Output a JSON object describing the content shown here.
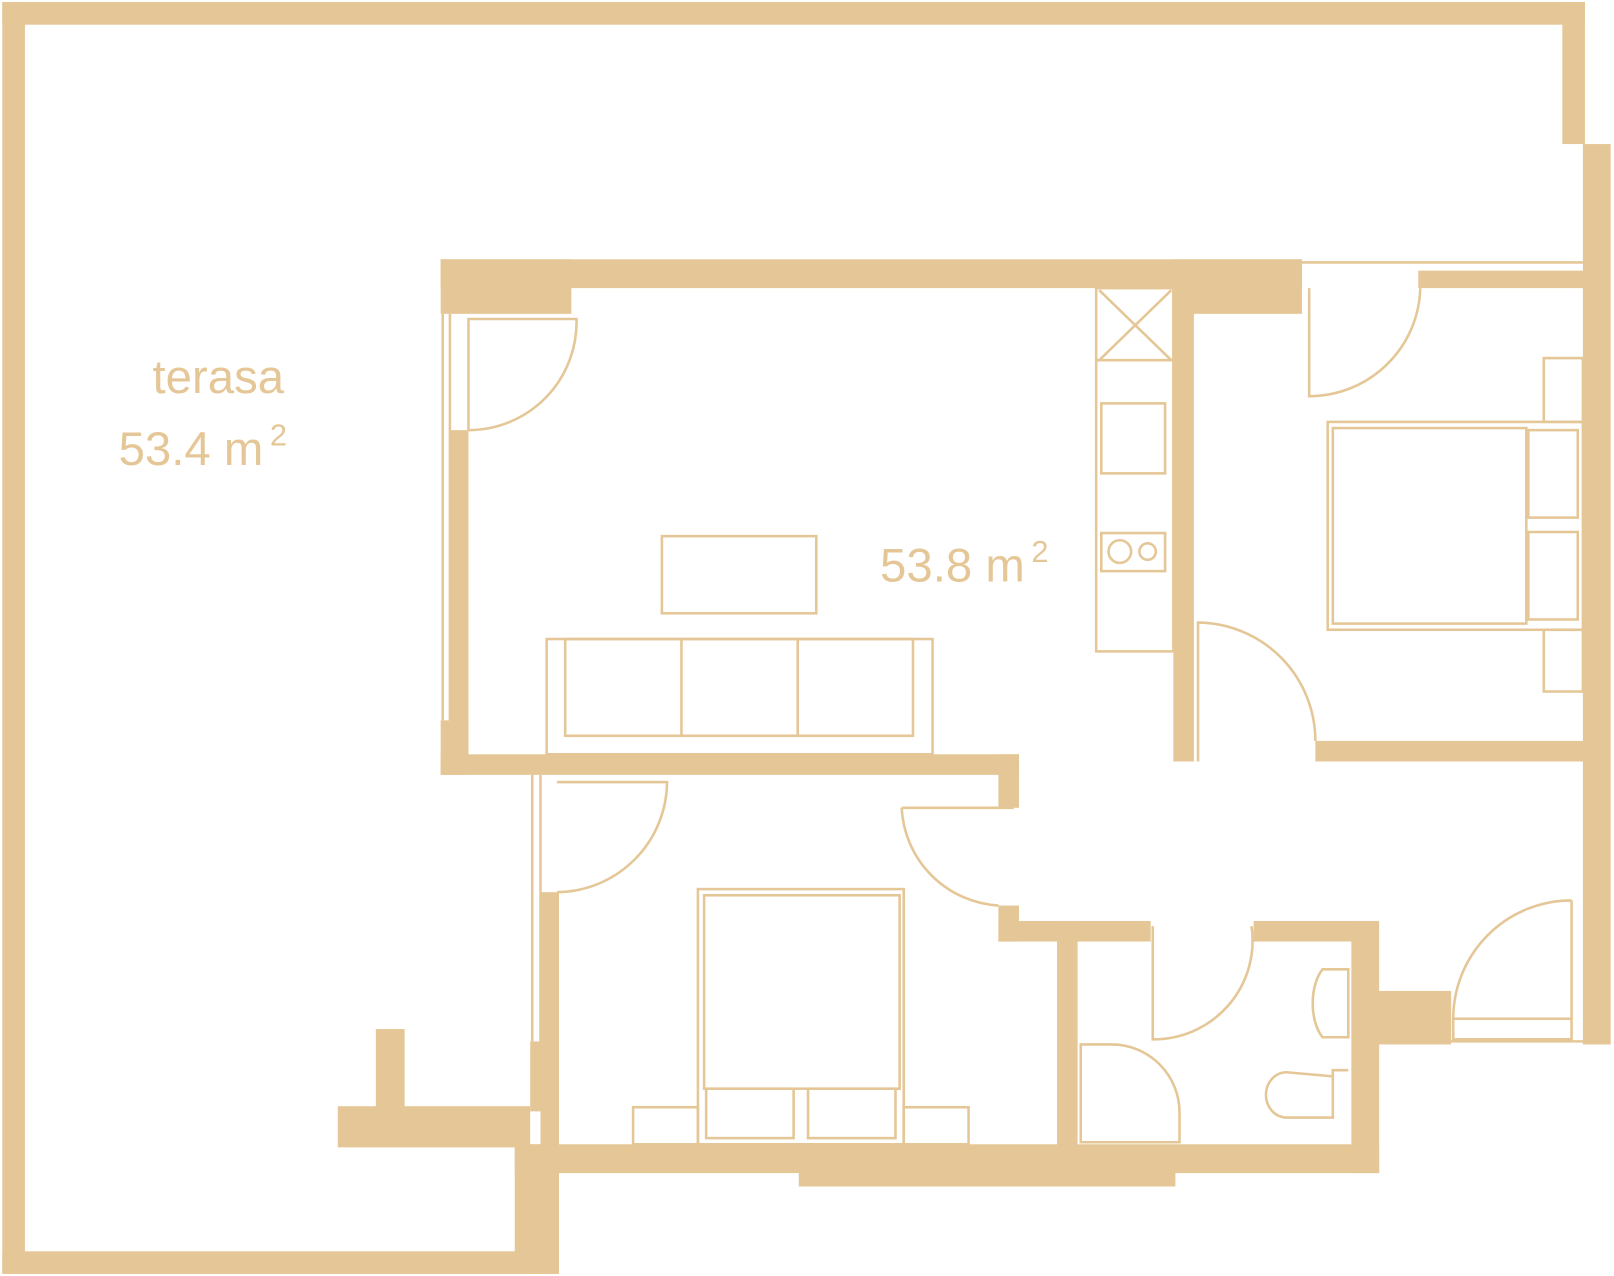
{
  "plan": {
    "terrace": {
      "name": "terasa",
      "area": "53.4 m",
      "area_sup": "2"
    },
    "interior": {
      "area": "53.8 m",
      "area_sup": "2"
    },
    "color": "#E5C797"
  }
}
